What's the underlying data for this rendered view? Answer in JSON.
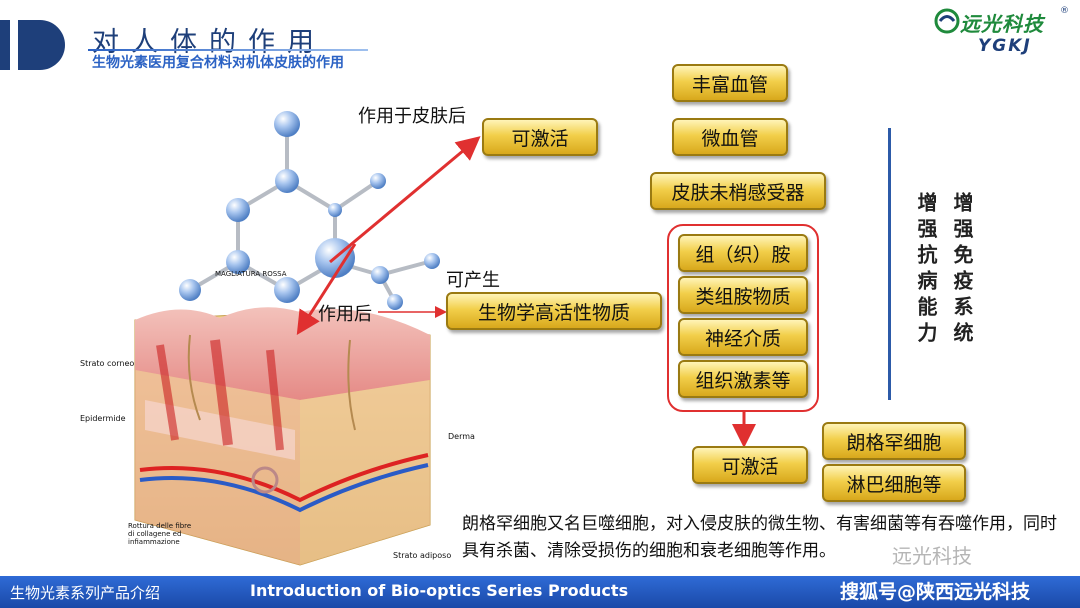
{
  "header": {
    "title": "对人体的作用",
    "subtitle": "生物光素医用复合材料对机体皮肤的作用",
    "brand_name": "远光科技",
    "brand_abbr": "YGKJ",
    "brand_reg": "®"
  },
  "diagram": {
    "after_skin_label": "作用于皮肤后",
    "activatable_top": "可激活",
    "can_produce_label": "可产生",
    "after_action_label": "作用后",
    "bioactive_substance": "生物学高活性物质",
    "top_column": [
      "丰富血管",
      "微血管",
      "皮肤未梢感受器"
    ],
    "substances": [
      "组（织）胺",
      "类组胺物质",
      "神经介质",
      "组织激素等"
    ],
    "activatable_bottom": "可激活",
    "cells": [
      "朗格罕细胞",
      "淋巴细胞等"
    ],
    "effect_1": "增强免疫系统",
    "effect_2": "增强抗病能力",
    "skin_labels": {
      "strato_corneo": "Strato corneo",
      "epidermide": "Epidermide",
      "derma": "Derma",
      "rottura": "Rottura delle fibre di collagene ed infiammazione",
      "strato_adiposo": "Strato adiposo",
      "magliatura": "MAGLIATURA ROSSA"
    }
  },
  "description": "朗格罕细胞又名巨噬细胞，对入侵皮肤的微生物、有害细菌等有吞噬作用，同时具有杀菌、清除受损伤的细胞和衰老细胞等作用。",
  "watermark": "远光科技",
  "footer": {
    "left": "生物光素系列产品介绍",
    "right": "Introduction of Bio-optics Series Products",
    "source": "搜狐号@陕西远光科技"
  },
  "colors": {
    "accent_blue": "#2b62c4",
    "title_navy": "#1e3f7a",
    "arrow_red": "#e03030",
    "gold": "#f2cf4a",
    "brand_green": "#1f8a3c"
  }
}
